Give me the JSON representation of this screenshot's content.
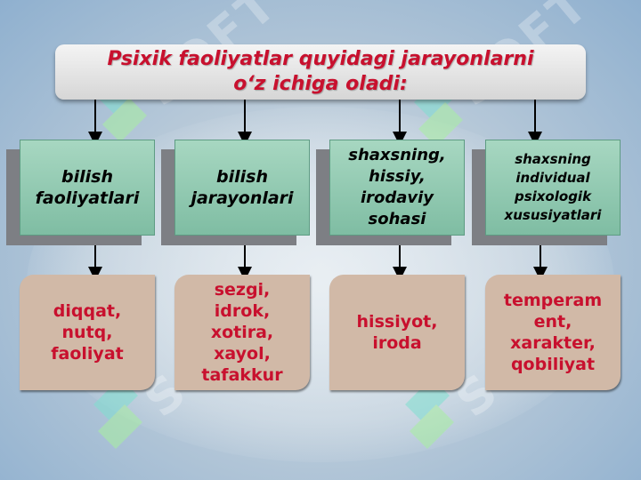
{
  "title": "Psixik faoliyatlar  quyidagi jarayonlarni\no‘z ichiga oladi:",
  "watermark": "SOFT",
  "colors": {
    "title_text": "#c8102e",
    "category_fill": "#8cc6ad",
    "detail_fill": "#d1b9a7",
    "detail_text": "#c8102e"
  },
  "categories": [
    {
      "label": "bilish\nfaoliyatlari",
      "detail": "diqqat,\nnutq,\nfaoliyat"
    },
    {
      "label": "bilish\njarayonlari",
      "detail": "sezgi,\nidrok,\nxotira,\nxayol,\ntafakkur"
    },
    {
      "label": "shaxsning,\nhissiy,\nirodaviy\nsohasi",
      "detail": "hissiyot,\niroda"
    },
    {
      "label": "shaxsning\nindividual\npsixologik\nxususiyatlari",
      "detail": "temperam\nent,\nxarakter,\nqobiliyat"
    }
  ]
}
